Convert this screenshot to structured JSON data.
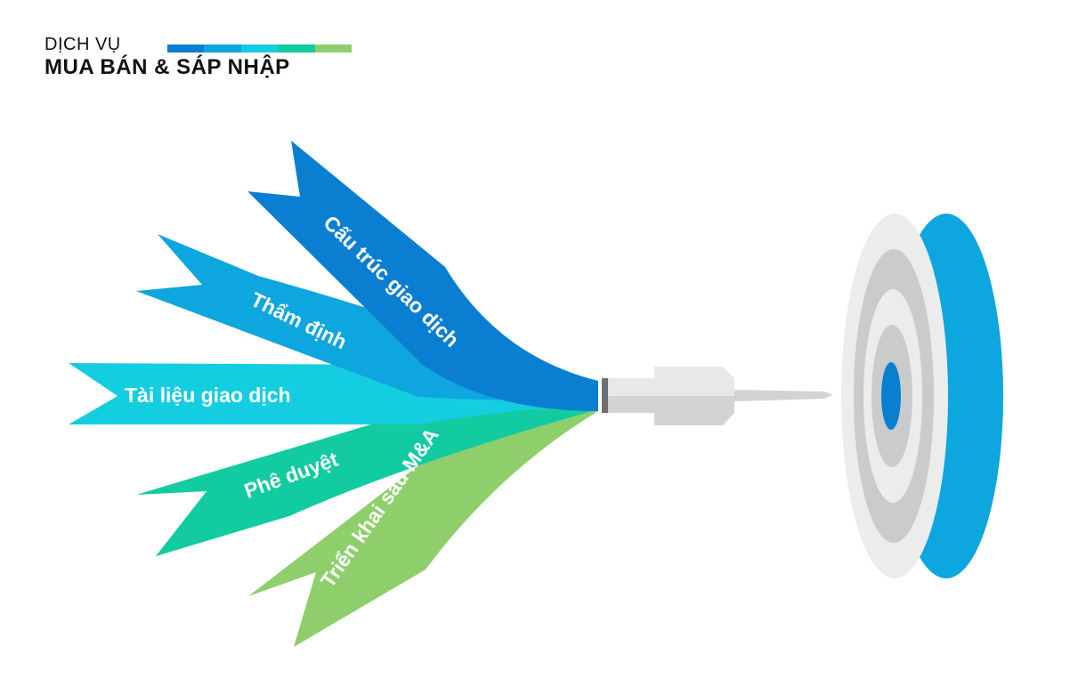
{
  "header": {
    "subtitle": "DỊCH VỤ",
    "title": "MUA BÁN & SÁP NHẬP",
    "bar_colors": [
      "#0a7fd1",
      "#0ea6de",
      "#15cde0",
      "#12cba0",
      "#8ecf6c"
    ]
  },
  "ribbons": [
    {
      "label": "Cấu trúc giao dịch",
      "color": "#0a7fd1"
    },
    {
      "label": "Thẩm định",
      "color": "#0ea6de"
    },
    {
      "label": "Tài liệu giao dịch",
      "color": "#15cde0"
    },
    {
      "label": "Phê duyệt",
      "color": "#12cba0"
    },
    {
      "label": "Triển khai sau M&A",
      "color": "#8ecf6c"
    }
  ],
  "target": {
    "rim_color": "#0ea6de",
    "bullseye_color": "#0a7fd1",
    "ring_colors": [
      "#ececec",
      "#c9cbcd"
    ]
  }
}
